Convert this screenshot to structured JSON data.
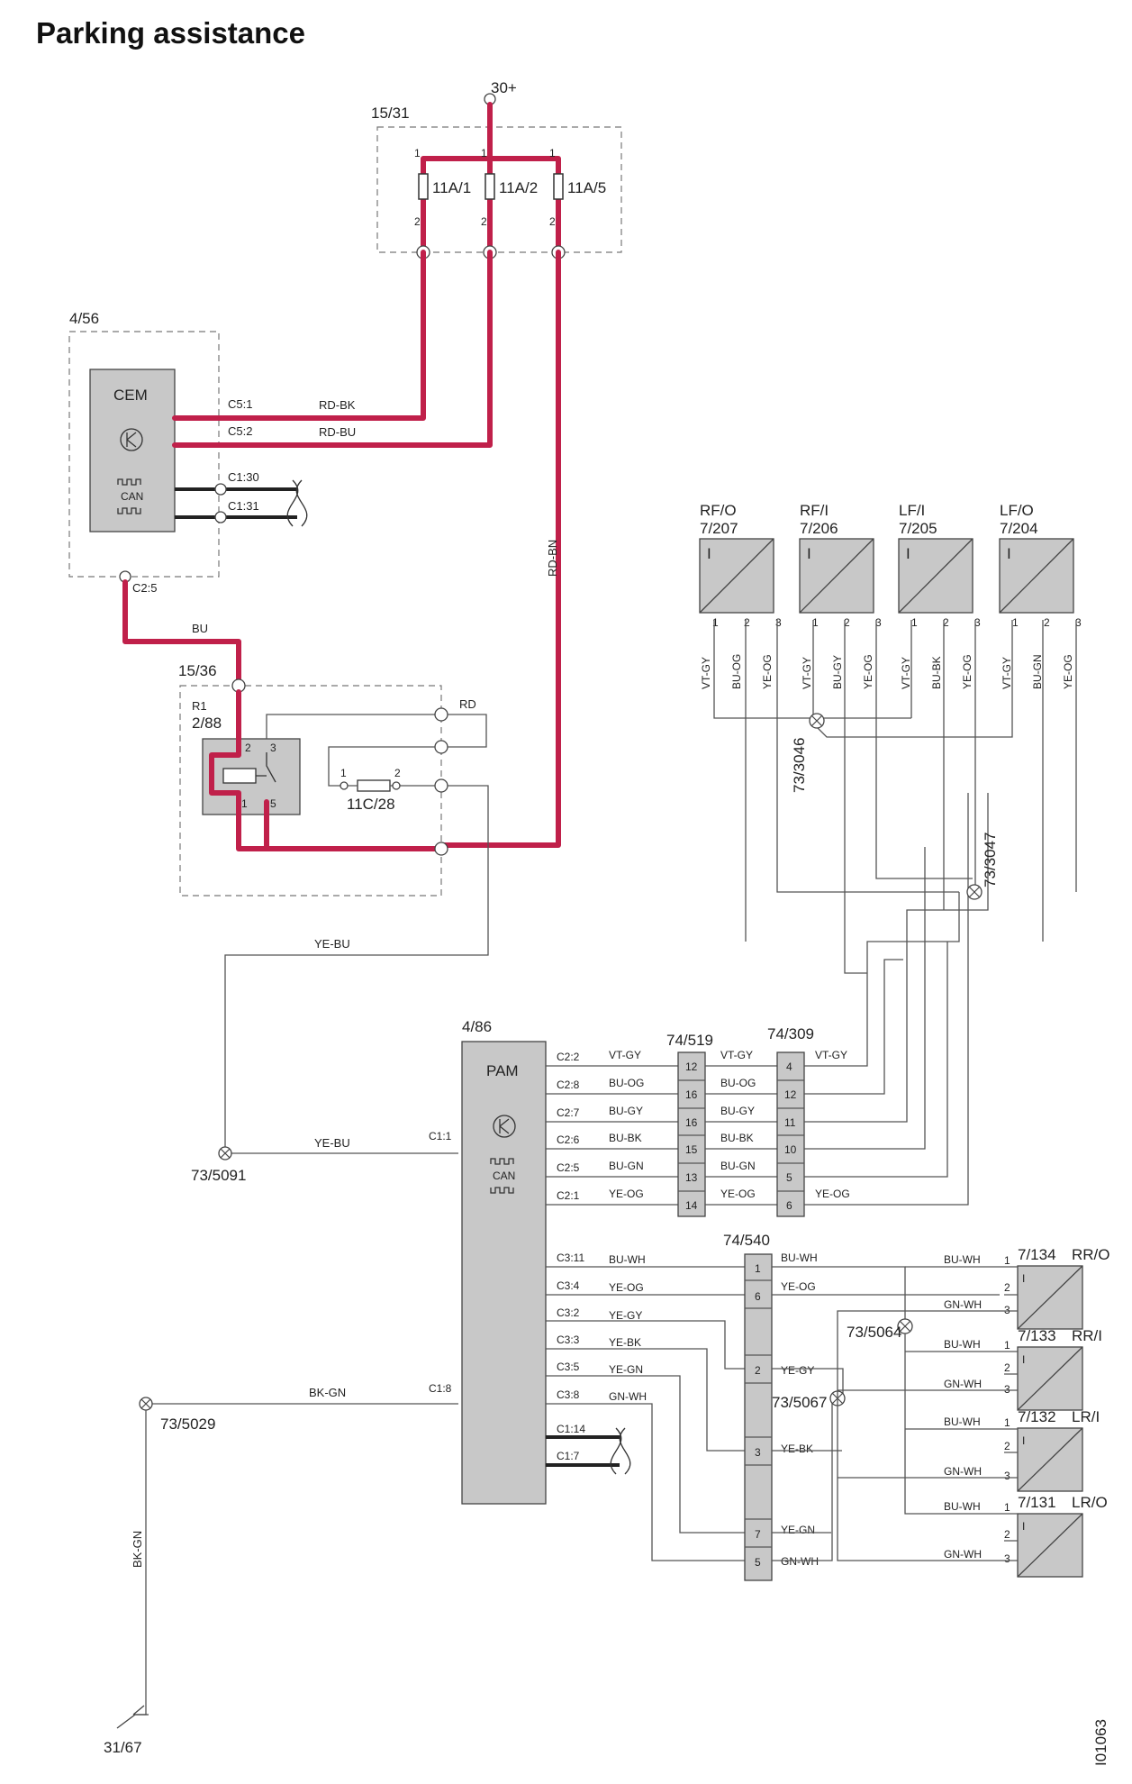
{
  "title": "Parking assistance",
  "doc_id": "I01063",
  "supply": {
    "label": "30+",
    "fusebox": "15/31",
    "fuses": [
      "11A/1",
      "11A/2",
      "11A/5"
    ]
  },
  "cem": {
    "ref": "4/56",
    "name": "CEM",
    "pins": [
      "C5:1",
      "C5:2",
      "C1:30",
      "C1:31",
      "C2:5"
    ],
    "wires": [
      "RD-BK",
      "RD-BU",
      "BU",
      "RD-BN"
    ]
  },
  "relay": {
    "box": "15/36",
    "name": "R1",
    "ref": "2/88",
    "fuse": "11C/28",
    "wire": "RD",
    "pins": [
      "1",
      "2",
      "3",
      "5"
    ]
  },
  "pam": {
    "ref": "4/86",
    "name": "PAM",
    "c2_pins": [
      "C2:2",
      "C2:8",
      "C2:7",
      "C2:6",
      "C2:5",
      "C2:1"
    ],
    "c2_wires": [
      "VT-GY",
      "BU-OG",
      "BU-GY",
      "BU-BK",
      "BU-GN",
      "YE-OG"
    ],
    "c3_pins": [
      "C3:11",
      "C3:4",
      "C3:2",
      "C3:3",
      "C3:5",
      "C3:8"
    ],
    "c3_wires": [
      "BU-WH",
      "YE-OG",
      "YE-GY",
      "YE-BK",
      "YE-GN",
      "GN-WH"
    ],
    "c1_pins": [
      "C1:1",
      "C1:8",
      "C1:14",
      "C1:7"
    ]
  },
  "conn_519": {
    "ref": "74/519",
    "pins": [
      "12",
      "16",
      "16",
      "15",
      "13",
      "14"
    ]
  },
  "conn_309": {
    "ref": "74/309",
    "pins": [
      "4",
      "12",
      "11",
      "10",
      "5",
      "6"
    ],
    "wires": [
      "VT-GY",
      "BU-OG",
      "BU-GY",
      "BU-BK",
      "BU-GN",
      "YE-OG"
    ],
    "out_wires": [
      "VT-GY",
      "YE-OG"
    ]
  },
  "conn_540": {
    "ref": "74/540",
    "pins": [
      "1",
      "6",
      "2",
      "3",
      "7",
      "5"
    ],
    "wires": [
      "BU-WH",
      "YE-OG",
      "YE-GY",
      "YE-BK",
      "YE-GN",
      "GN-WH"
    ]
  },
  "front_sensors": [
    {
      "pos": "RF/O",
      "ref": "7/207"
    },
    {
      "pos": "RF/I",
      "ref": "7/206"
    },
    {
      "pos": "LF/I",
      "ref": "7/205"
    },
    {
      "pos": "LF/O",
      "ref": "7/204"
    }
  ],
  "front_wires": [
    "VT-GY",
    "BU-OG",
    "YE-OG",
    "VT-GY",
    "BU-GY",
    "YE-OG",
    "VT-GY",
    "BU-BK",
    "YE-OG",
    "VT-GY",
    "BU-GN",
    "YE-OG"
  ],
  "rear_sensors": [
    {
      "ref": "7/134",
      "pos": "RR/O"
    },
    {
      "ref": "7/133",
      "pos": "RR/I"
    },
    {
      "ref": "7/132",
      "pos": "LR/I"
    },
    {
      "ref": "7/131",
      "pos": "LR/O"
    }
  ],
  "rear_wires": [
    "BU-WH",
    "GN-WH"
  ],
  "splices": [
    "73/3046",
    "73/3047",
    "73/5064",
    "73/5067",
    "73/5091",
    "73/5029"
  ],
  "ground": {
    "ref": "31/67",
    "wire": "BK-GN"
  },
  "misc_wires": {
    "ye_bu": "YE-BU",
    "bk_gn": "BK-GN"
  },
  "sensor_symbol": "I",
  "can_label": "CAN",
  "pin_labels": [
    "1",
    "2",
    "3"
  ],
  "colors": {
    "power": "#c0204a",
    "module": "#c8c8c8",
    "signal": "#555555",
    "can": "#222222"
  },
  "icons": [
    "transistor-icon",
    "can-bus-icon",
    "fuse-icon",
    "relay-coil-icon",
    "twisted-pair-icon",
    "ground-icon",
    "splice-icon"
  ]
}
